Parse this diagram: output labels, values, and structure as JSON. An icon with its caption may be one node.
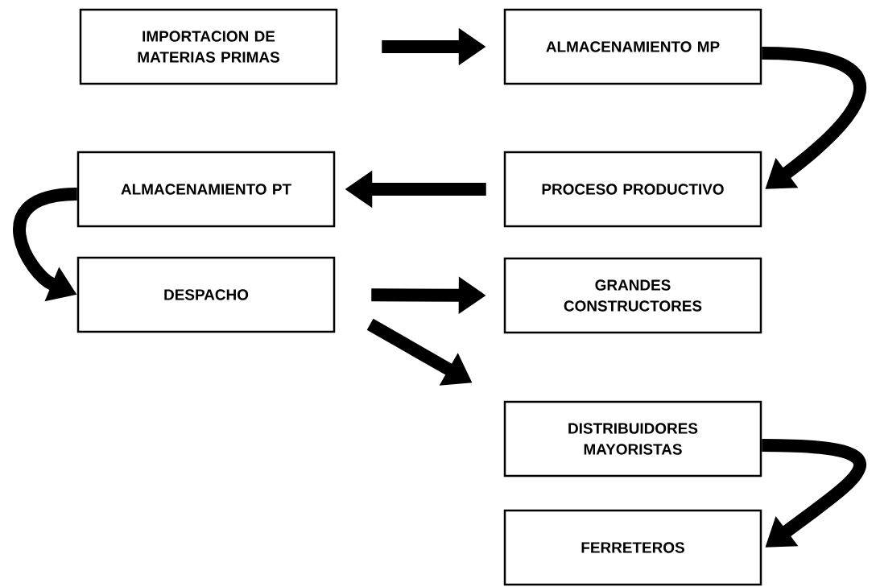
{
  "diagram": {
    "nodes": [
      {
        "text": [
          "IMPORTACION DE MATERIAS PRIMAS"
        ]
      },
      {
        "text": [
          "ALMACENAMIENTO MP"
        ]
      },
      {
        "text": [
          "ALMACENAMIENTO PT"
        ]
      },
      {
        "text": [
          "PROCESO PRODUCTIVO"
        ]
      },
      {
        "text": [
          "DESPACHO"
        ]
      },
      {
        "text": [
          "GRANDES CONSTRUCTORES"
        ]
      },
      {
        "text": [
          "DISTRIBUIDORES MAYORISTAS"
        ]
      },
      {
        "text": [
          "FERRETEROS"
        ]
      }
    ],
    "edges": [
      {
        "from": 0,
        "to": 1,
        "arrow": "to"
      },
      {
        "from": 1,
        "to": 3,
        "arrow": "to"
      },
      {
        "from": 3,
        "to": 2,
        "arrow": "to"
      },
      {
        "from": 2,
        "to": 4,
        "arrow": "to"
      },
      {
        "from": 4,
        "to": 5,
        "arrow": "to"
      },
      {
        "from": 4,
        "to": 6,
        "arrow": "to"
      },
      {
        "from": 6,
        "to": 7,
        "arrow": "to"
      }
    ]
  }
}
